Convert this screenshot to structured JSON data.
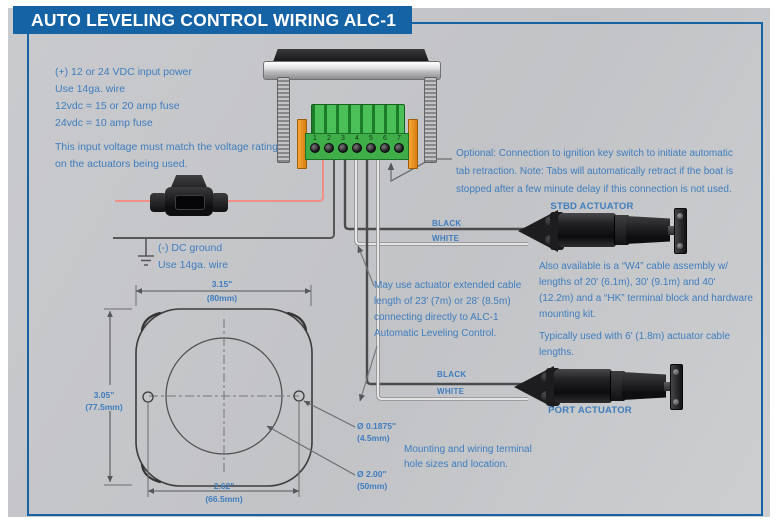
{
  "title": "AUTO LEVELING CONTROL WIRING ALC-1",
  "power_note": {
    "line1": "(+) 12 or 24 VDC input power",
    "line2": "Use 14ga. wire",
    "line3": "12vdc = 15 or 20 amp fuse",
    "line4": "24vdc = 10 amp fuse",
    "line5": "This input voltage must match the voltage rating",
    "line6": "on the actuators being used."
  },
  "ground_note": {
    "line1": "(-) DC ground",
    "line2": "Use 14ga. wire"
  },
  "optional_note": {
    "line1": "Optional: Connection to ignition key switch to initiate automatic",
    "line2": "tab retraction. Note: Tabs will automatically retract if the boat is",
    "line3": "stopped after a few minute delay if this connection is not used."
  },
  "extended_cable_note": {
    "line1": "May use actuator extended cable",
    "line2": "length of 23' (7m) or 28' (8.5m)",
    "line3": "connecting directly to ALC-1",
    "line4": "Automatic Leveling Control."
  },
  "w4_note": {
    "line1": "Also available is a “W4” cable assembly w/",
    "line2": "lengths of 20' (6.1m), 30' (9.1m) and 40'",
    "line3": "(12.2m) and a “HK” terminal block and hardware",
    "line4": "mounting kit.",
    "line5": "Typically used with 6' (1.8m) actuator cable",
    "line6": "lengths."
  },
  "mounting_note": {
    "line1": "Mounting and wiring terminal",
    "line2": "hole sizes and location."
  },
  "stbd": {
    "label": "STBD ACTUATOR",
    "black": "BLACK",
    "white": "WHITE"
  },
  "port": {
    "label": "PORT ACTUATOR",
    "black": "BLACK",
    "white": "WHITE"
  },
  "terminal_block": {
    "terminals": [
      "1",
      "2",
      "3",
      "4",
      "5",
      "6",
      "7"
    ]
  },
  "dimensions": {
    "width_in": "3.15\"",
    "width_mm": "(80mm)",
    "height_in": "3.05\"",
    "height_mm": "(77.5mm)",
    "hole_span_in": "2.62\"",
    "hole_span_mm": "(66.5mm)",
    "small_hole_dia": "Ø 0.1875\"",
    "small_hole_mm": "(4.5mm)",
    "large_hole_dia": "Ø 2.00\"",
    "large_hole_mm": "(50mm)"
  },
  "colors": {
    "accent_blue": "#1563a5",
    "text_blue": "#3f7dbe",
    "wire_red": "#ef8f88",
    "terminal_green": "#3fae49",
    "rail_orange": "#e8891d"
  }
}
